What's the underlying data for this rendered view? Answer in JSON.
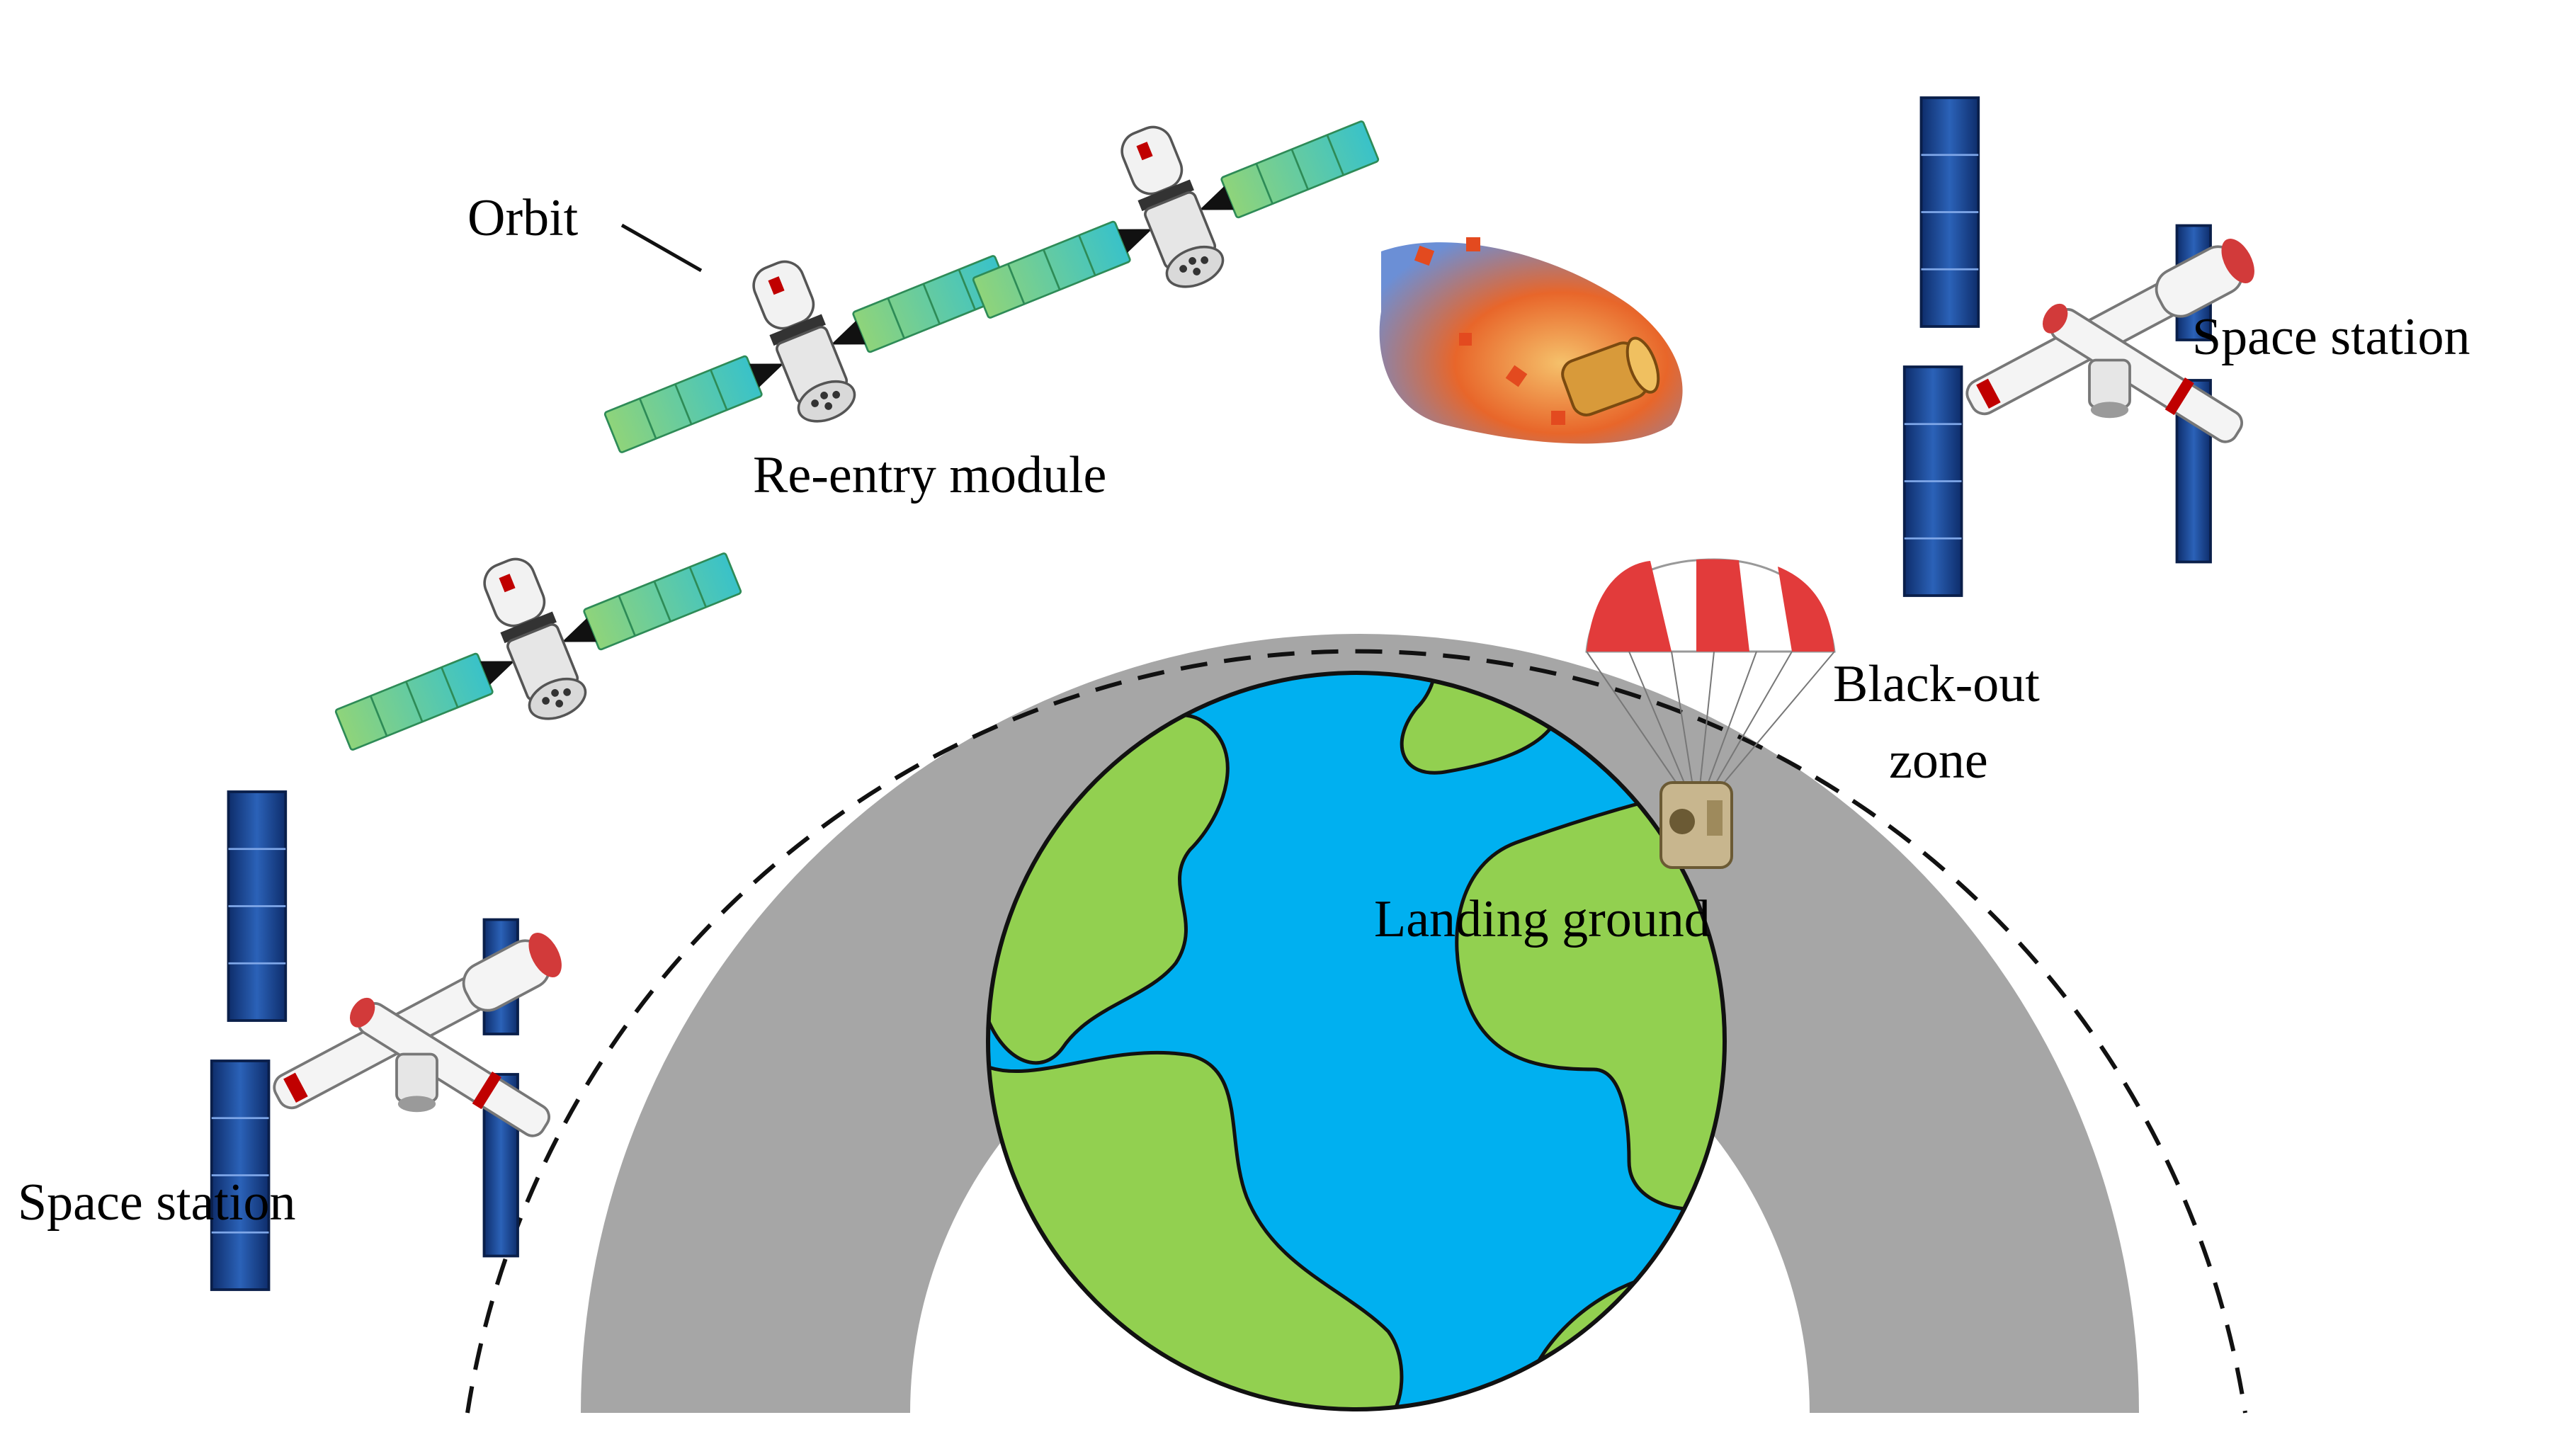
{
  "labels": {
    "orbit": "Orbit",
    "reentry_module": "Re-entry module",
    "space_station_left": "Space station",
    "space_station_right": "Space station",
    "blackout_line1": "Black-out",
    "blackout_line2": "zone",
    "landing_ground": "Landing ground"
  },
  "icons": [
    "space-station-icon",
    "spacecraft-icon",
    "reentry-fireball-icon",
    "parachute-icon",
    "earth-globe-icon"
  ],
  "colors": {
    "ocean": "#00b0f0",
    "land": "#92d050",
    "blackout_zone": "#a6a6a6",
    "solar_panel_station": "#1f4e9a",
    "solar_panel_craft": "#5ec6a0",
    "parachute_red": "#e23b3b",
    "fire": "#e8662a"
  }
}
